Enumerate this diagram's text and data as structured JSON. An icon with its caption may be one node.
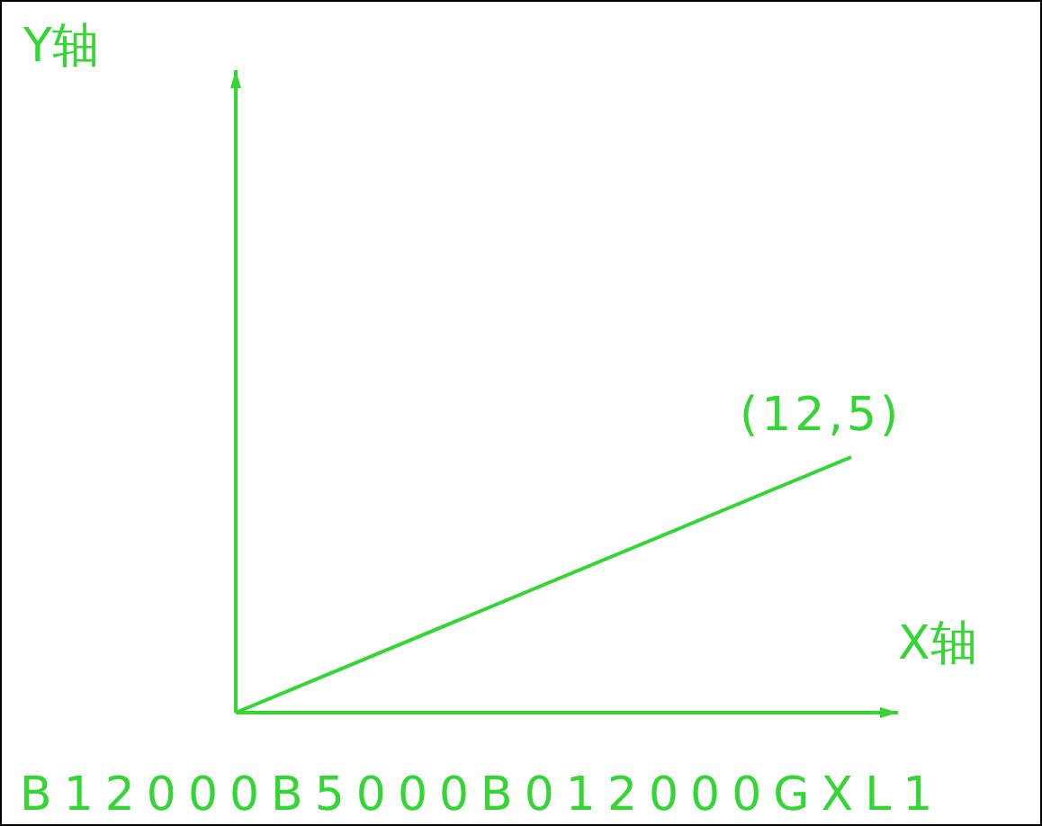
{
  "diagram": {
    "labels": [
      "Y轴",
      "(12,5)",
      "X轴",
      "B12000B5000B012000GXL1"
    ]
  }
}
